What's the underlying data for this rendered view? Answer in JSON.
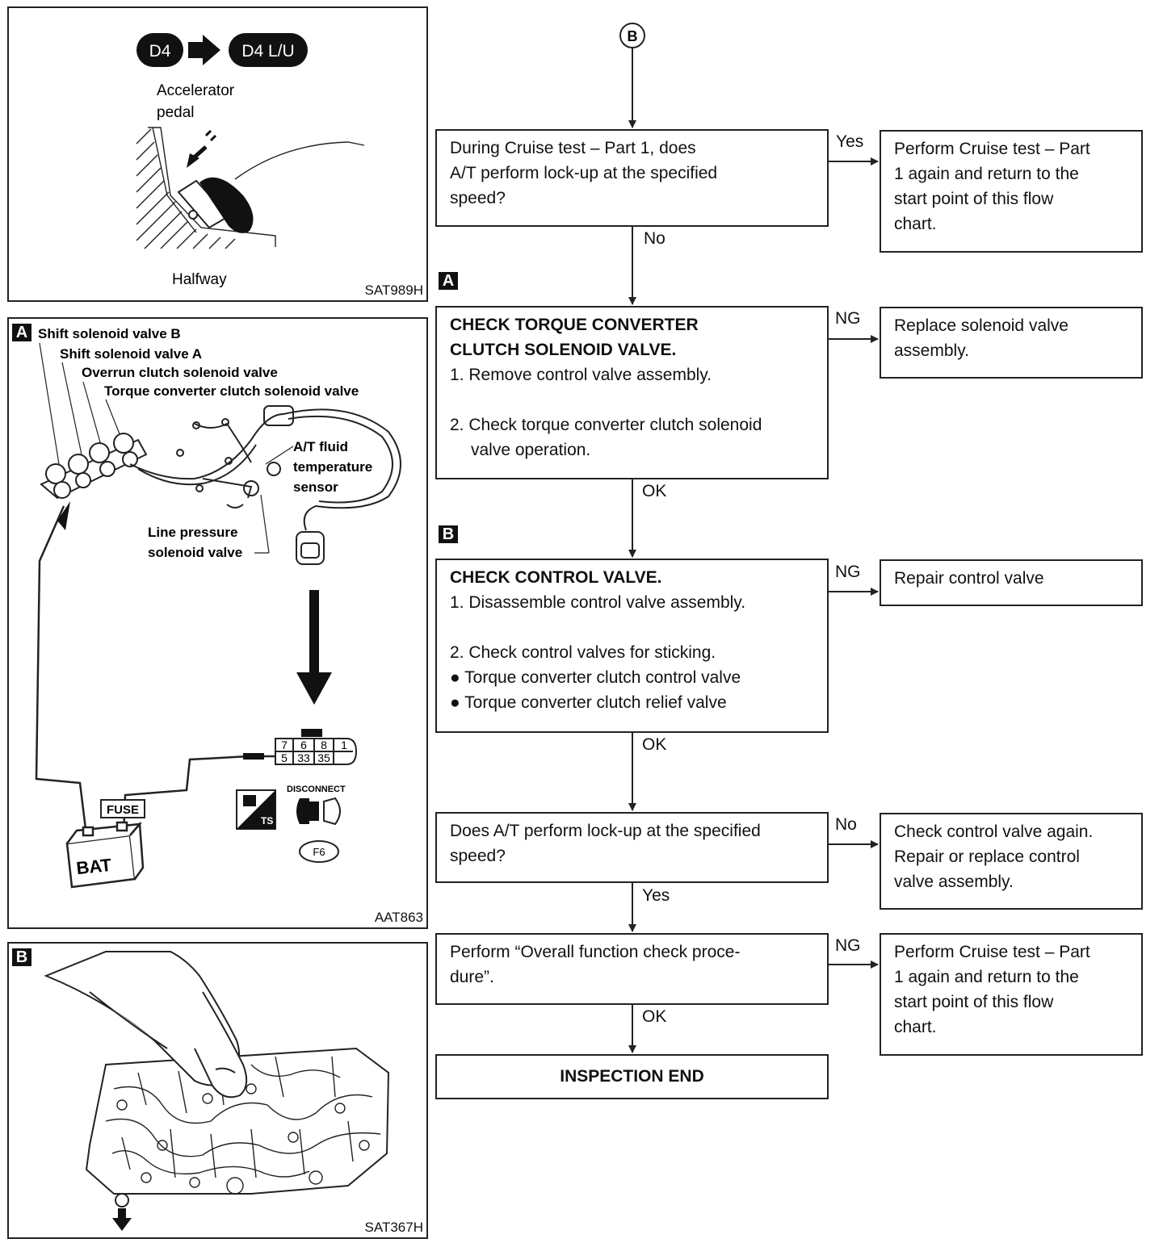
{
  "top_panel": {
    "badge_from": "D4",
    "badge_to": "D4 L/U",
    "label_accel": "Accelerator",
    "label_pedal": "pedal",
    "label_halfway": "Halfway",
    "code": "SAT989H"
  },
  "wiring_panel": {
    "tag": "A",
    "labels": [
      "Shift solenoid valve B",
      "Shift solenoid valve A",
      "Overrun clutch solenoid valve",
      "Torque converter clutch solenoid valve"
    ],
    "fluid_sensor": [
      "A/T fluid",
      "temperature",
      "sensor"
    ],
    "line_pressure": [
      "Line pressure",
      "solenoid valve"
    ],
    "connector_top": [
      "7",
      "6",
      "8",
      "1"
    ],
    "connector_bottom": [
      "5",
      "33",
      "35"
    ],
    "fuse": "FUSE",
    "bat": "BAT",
    "disconnect": "DISCONNECT",
    "ts": "TS",
    "f6": "F6",
    "code": "AAT863"
  },
  "valve_panel": {
    "tag": "B",
    "code": "SAT367H"
  },
  "flow": {
    "start": "B",
    "q1": [
      "During Cruise test – Part 1, does",
      "A/T perform lock-up at the specified",
      "speed?"
    ],
    "q1_yes": "Yes",
    "q1_yes_action": [
      "Perform Cruise test – Part",
      "1 again and return to the",
      "start point of this flow",
      "chart."
    ],
    "q1_no": "No",
    "tag_a": "A",
    "step_a_title": [
      "CHECK TORQUE CONVERTER",
      "CLUTCH SOLENOID VALVE."
    ],
    "step_a_1": "1. Remove control valve assembly.",
    "step_a_2": [
      "2. Check torque converter clutch solenoid",
      "valve operation."
    ],
    "step_a_ng": "NG",
    "step_a_ng_action": [
      "Replace solenoid valve",
      "assembly."
    ],
    "step_a_ok": "OK",
    "tag_b": "B",
    "step_b_title": "CHECK CONTROL VALVE.",
    "step_b_1": "1. Disassemble control valve assembly.",
    "step_b_2": "2. Check control valves for sticking.",
    "step_b_bullets": [
      "Torque converter clutch control valve",
      "Torque converter clutch relief valve"
    ],
    "step_b_ng": "NG",
    "step_b_ng_action": "Repair control valve",
    "step_b_ok": "OK",
    "q2": [
      "Does A/T perform lock-up at the specified",
      "speed?"
    ],
    "q2_no": "No",
    "q2_no_action": [
      "Check control valve again.",
      "Repair or replace control",
      "valve assembly."
    ],
    "q2_yes": "Yes",
    "q3": [
      "Perform “Overall function check proce-",
      "dure”."
    ],
    "q3_ng": "NG",
    "q3_ng_action": [
      "Perform Cruise test – Part",
      "1 again and return to the",
      "start point of this flow",
      "chart."
    ],
    "q3_ok": "OK",
    "end": "INSPECTION END"
  }
}
